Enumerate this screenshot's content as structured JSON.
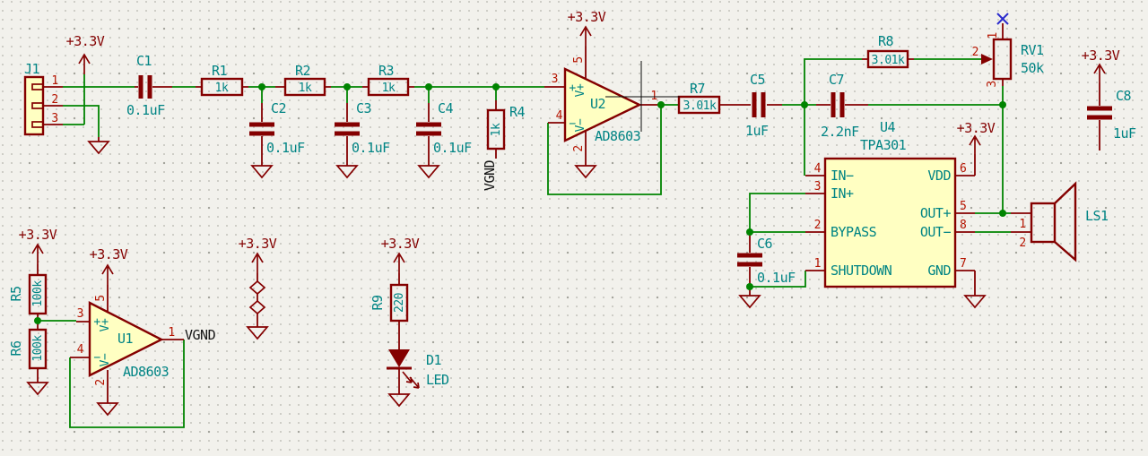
{
  "schematic": {
    "power_net": "+3.3V",
    "virtual_ground_net": "VGND",
    "components": {
      "J1": {
        "ref": "J1",
        "pin_numbers": [
          "1",
          "2",
          "3"
        ]
      },
      "C1": {
        "ref": "C1",
        "value": "0.1uF"
      },
      "R1": {
        "ref": "R1",
        "value": "1k"
      },
      "R2": {
        "ref": "R2",
        "value": "1k"
      },
      "R3": {
        "ref": "R3",
        "value": "1k"
      },
      "C2": {
        "ref": "C2",
        "value": "0.1uF"
      },
      "C3": {
        "ref": "C3",
        "value": "0.1uF"
      },
      "C4": {
        "ref": "C4",
        "value": "0.1uF"
      },
      "R4": {
        "ref": "R4",
        "value": "1k"
      },
      "U2": {
        "ref": "U2",
        "value": "AD8603",
        "pins": {
          "out": "1",
          "vminus": "2",
          "inp": "3",
          "inn": "4",
          "vplus": "5"
        },
        "marks": {
          "plus": "+",
          "minus": "−",
          "vplus": "V+",
          "vminus": "V−"
        }
      },
      "R7": {
        "ref": "R7",
        "value": "3.01k"
      },
      "C5": {
        "ref": "C5",
        "value": "1uF"
      },
      "C7": {
        "ref": "C7",
        "value": "2.2nF"
      },
      "R8": {
        "ref": "R8",
        "value": "3.01k"
      },
      "RV1": {
        "ref": "RV1",
        "value": "50k",
        "pin_numbers": [
          "1",
          "2",
          "3"
        ]
      },
      "C8": {
        "ref": "C8",
        "value": "1uF"
      },
      "U4": {
        "ref": "U4",
        "value": "TPA301",
        "left_pins": [
          {
            "num": "4",
            "name": "IN−"
          },
          {
            "num": "3",
            "name": "IN+"
          },
          {
            "num": "2",
            "name": "BYPASS"
          },
          {
            "num": "1",
            "name": "SHUTDOWN"
          }
        ],
        "right_pins": [
          {
            "num": "6",
            "name": "VDD"
          },
          {
            "num": "5",
            "name": "OUT+"
          },
          {
            "num": "8",
            "name": "OUT−"
          },
          {
            "num": "7",
            "name": "GND"
          }
        ]
      },
      "C6": {
        "ref": "C6",
        "value": "0.1uF"
      },
      "LS1": {
        "ref": "LS1",
        "pin_numbers": [
          "1",
          "2"
        ]
      },
      "U1": {
        "ref": "U1",
        "value": "AD8603",
        "pins": {
          "out": "1",
          "vminus": "2",
          "inp": "3",
          "inn": "4",
          "vplus": "5"
        },
        "marks": {
          "plus": "+",
          "minus": "−",
          "vplus": "V+",
          "vminus": "V−"
        }
      },
      "R5": {
        "ref": "R5",
        "value": "100k"
      },
      "R6": {
        "ref": "R6",
        "value": "100k"
      },
      "R9": {
        "ref": "R9",
        "value": "220"
      },
      "D1": {
        "ref": "D1",
        "value": "LED"
      }
    },
    "colors": {
      "background": "#f2f1ec",
      "wire_green": "#008400",
      "symbol_red": "#840000",
      "text_teal": "#008484",
      "pin_number_red": "#b51400",
      "symbol_fill_yellow": "#FFFFC2",
      "no_connect_blue": "#2b2bcc",
      "net_label_black": "#151515"
    }
  }
}
